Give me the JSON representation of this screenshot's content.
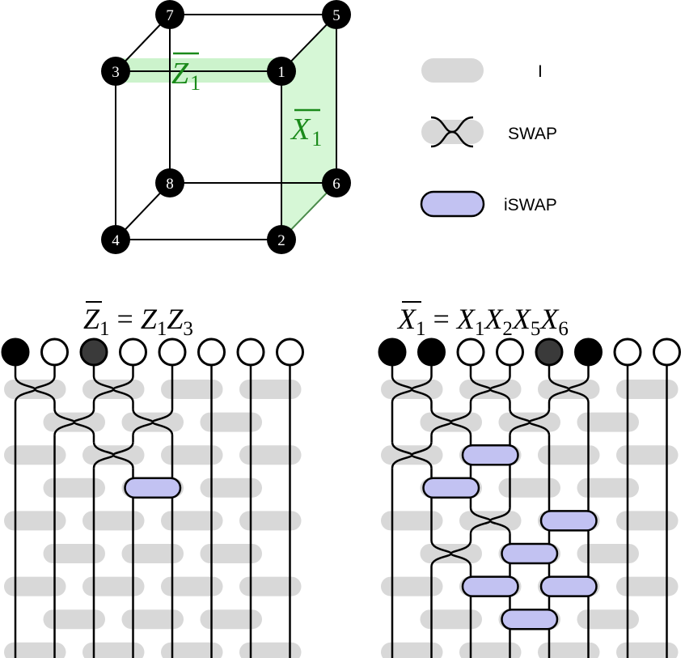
{
  "cube": {
    "nodes": [
      {
        "label": "7"
      },
      {
        "label": "5"
      },
      {
        "label": "3"
      },
      {
        "label": "1"
      },
      {
        "label": "8"
      },
      {
        "label": "6"
      },
      {
        "label": "4"
      },
      {
        "label": "2"
      }
    ],
    "z_label": {
      "letter": "Z",
      "sub": "1"
    },
    "x_label": {
      "letter": "X",
      "sub": "1"
    }
  },
  "legend": {
    "identity": "I",
    "swap": "SWAP",
    "iswap": "iSWAP"
  },
  "circuits": {
    "left": {
      "formula_lhs": {
        "letter": "Z",
        "sub": "1"
      },
      "formula_rhs": [
        {
          "letter": "Z",
          "sub": "1"
        },
        {
          "letter": "Z",
          "sub": "3"
        }
      ]
    },
    "right": {
      "formula_lhs": {
        "letter": "X",
        "sub": "1"
      },
      "formula_rhs": [
        {
          "letter": "X",
          "sub": "1"
        },
        {
          "letter": "X",
          "sub": "2"
        },
        {
          "letter": "X",
          "sub": "5"
        },
        {
          "letter": "X",
          "sub": "6"
        }
      ]
    }
  },
  "colors": {
    "node_fill": "#000000",
    "dark_node_fill": "#3a3a3a",
    "gray_gate": "#d8d8d8",
    "iswap_fill": "#c2c2f2",
    "z_highlight": "#ccf3cc",
    "x_highlight": "#d6f7d6",
    "operator_text": "#1a8a1a"
  }
}
